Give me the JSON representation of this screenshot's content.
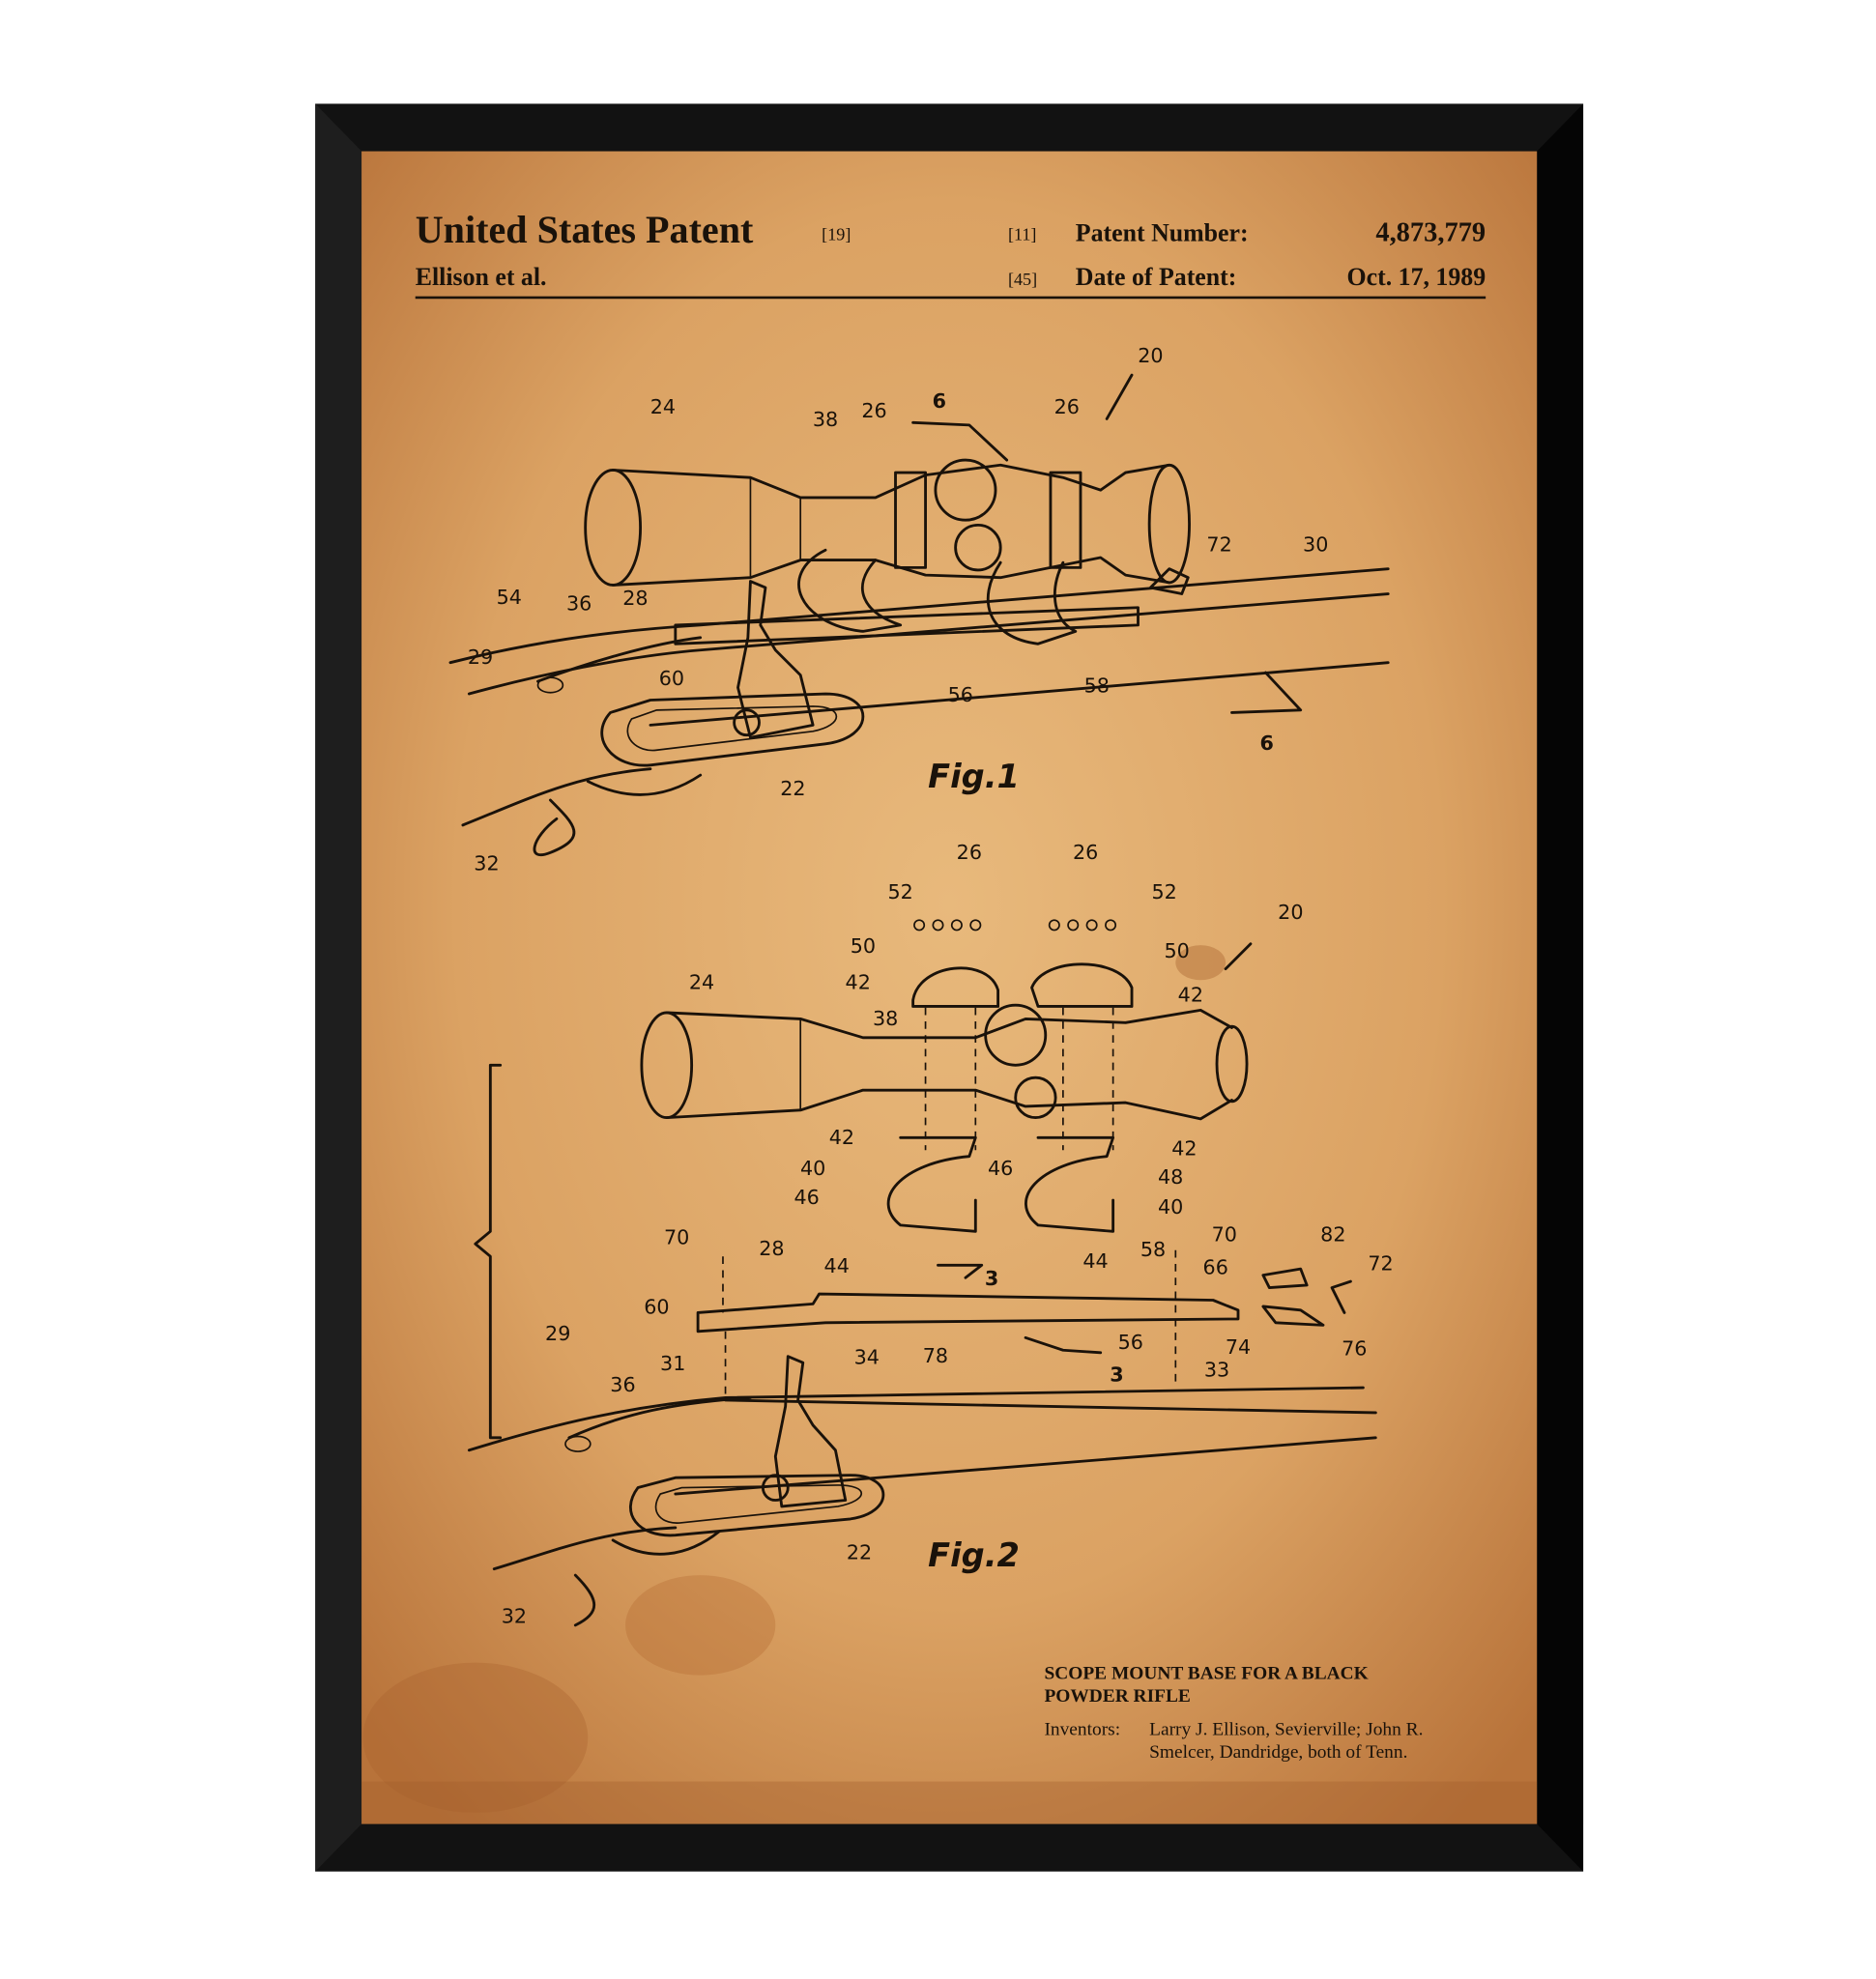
{
  "header": {
    "title": "United States Patent",
    "title_ref": "[19]",
    "number_ref": "[11]",
    "number_label": "Patent Number:",
    "number_value": "4,873,779",
    "inventor_short": "Ellison et al.",
    "date_ref": "[45]",
    "date_label": "Date of Patent:",
    "date_value": "Oct. 17, 1989"
  },
  "figures": {
    "fig1": {
      "caption": "Fig.1",
      "labels": [
        "20",
        "6",
        "24",
        "38",
        "26",
        "26",
        "72",
        "30",
        "54",
        "36",
        "28",
        "29",
        "60",
        "56",
        "58",
        "6",
        "22",
        "32"
      ]
    },
    "fig2": {
      "caption": "Fig.2",
      "labels": [
        "26",
        "26",
        "52",
        "52",
        "20",
        "50",
        "50",
        "42",
        "42",
        "24",
        "38",
        "42",
        "42",
        "40",
        "48",
        "46",
        "46",
        "40",
        "70",
        "28",
        "44",
        "3",
        "44",
        "58",
        "70",
        "82",
        "66",
        "72",
        "60",
        "56",
        "74",
        "76",
        "78",
        "29",
        "34",
        "31",
        "36",
        "3",
        "33",
        "22",
        "32"
      ]
    }
  },
  "footer": {
    "title_line1": "SCOPE MOUNT BASE FOR A BLACK",
    "title_line2": "POWDER RIFLE",
    "inventors_label": "Inventors:",
    "inventors_line1": "Larry J. Ellison, Sevierville; John R.",
    "inventors_line2": "Smelcer, Dandridge, both of Tenn."
  },
  "colors": {
    "frame": "#111111",
    "paper": "#d9a266",
    "ink": "#1a120a"
  }
}
